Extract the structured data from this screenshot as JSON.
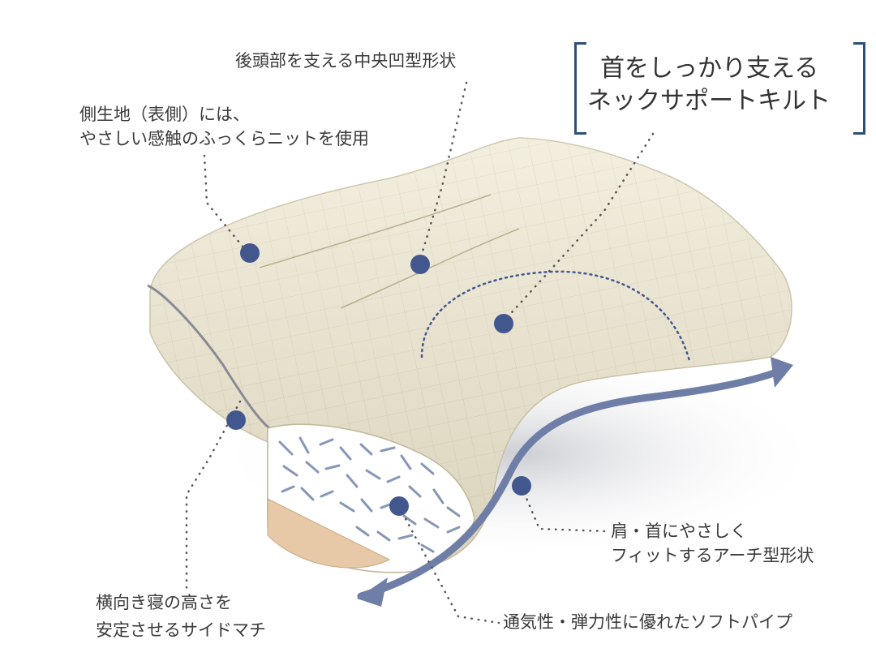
{
  "headline": {
    "line1": "首をしっかり支える",
    "line2": "ネックサポートキルト"
  },
  "callouts": {
    "back_of_head": "後頭部を支える中央凹型形状",
    "side_fabric_line1": "側生地（表側）には、",
    "side_fabric_line2": "やさしい感触のふっくらニットを使用",
    "shoulder_line1": "肩・首にやさしく",
    "shoulder_line2": "フィットするアーチ型形状",
    "side_gusset_line1": "横向き寝の高さを",
    "side_gusset_line2": "安定させるサイドマチ",
    "pipe": "通気性・弾力性に優れたソフトパイプ"
  },
  "colors": {
    "accent": "#43578f",
    "bracket": "#2f4f77",
    "pillow": "#efe9d2",
    "arrow": "#6e7ea6",
    "text": "#3a3a3a"
  }
}
